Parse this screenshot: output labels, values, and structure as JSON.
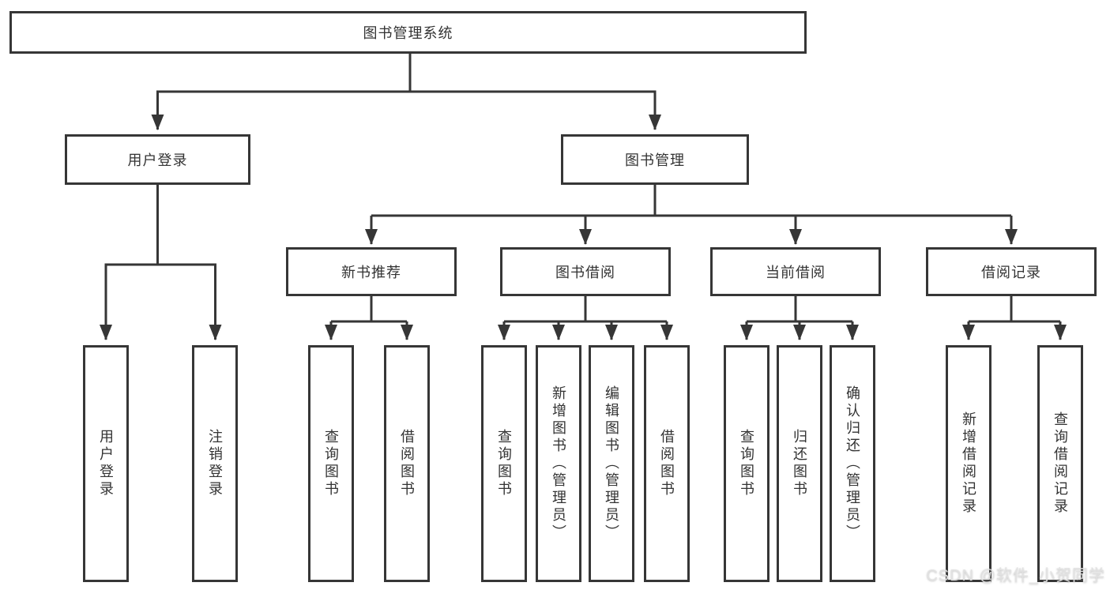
{
  "tree": {
    "root": "图书管理系统",
    "level1": [
      "用户登录",
      "图书管理"
    ],
    "level2": [
      "新书推荐",
      "图书借阅",
      "当前借阅",
      "借阅记录"
    ],
    "leaves": {
      "user_login_group": [
        "用户登录",
        "注销登录"
      ],
      "new_book_group": [
        "查询图书",
        "借阅图书"
      ],
      "book_borrow_group": [
        "查询图书",
        "新增图书（管理员）",
        "编辑图书（管理员）",
        "借阅图书"
      ],
      "current_borrow_group": [
        "查询图书",
        "归还图书",
        "确认归还（管理员）"
      ],
      "borrow_record_group": [
        "新增借阅记录",
        "查询借阅记录"
      ]
    }
  },
  "watermark": "CSDN @软件_小贺同学",
  "colors": {
    "line": "#363636",
    "box_border": "#363636",
    "box_fill": "#ffffff",
    "text": "#333333",
    "watermark": "#e2e2e2"
  }
}
